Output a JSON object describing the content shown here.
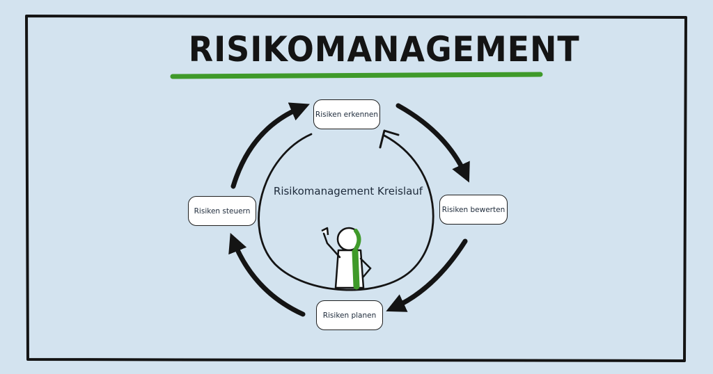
{
  "title": "RISIKOMANAGEMENT",
  "center_label": "Risikomanagement Kreislauf",
  "nodes": {
    "erkennen": "Risiken erkennen",
    "bewerten": "Risiken bewerten",
    "planen": "Risiken planen",
    "steuern": "Risiken steuern"
  },
  "colors": {
    "background": "#d3e3ef",
    "accent_green": "#3f9a2a",
    "ink": "#141414"
  }
}
